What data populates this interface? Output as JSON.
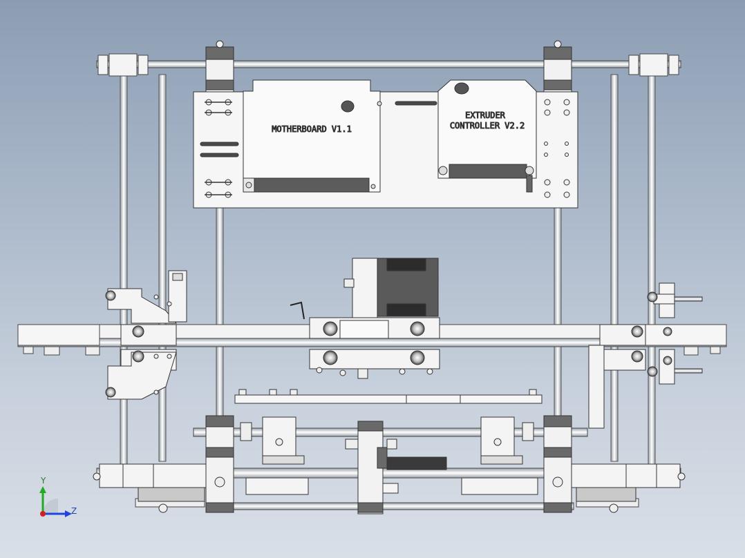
{
  "labels": {
    "motherboard": "MOTHERBOARD V1.1",
    "extruder_line1": "EXTRUDER",
    "extruder_line2": "CONTROLLER V2.2"
  },
  "triad": {
    "y": "Y",
    "z": "Z"
  },
  "colors": {
    "part": "#f2f2f2",
    "edge": "#3a3a3a",
    "dark": "#5a5a5a",
    "rod": "#e6e8ec",
    "axis_y": "#22aa22",
    "axis_z": "#2244dd",
    "origin": "#cc2222"
  },
  "icons": [
    "coordinate-triad-icon"
  ]
}
